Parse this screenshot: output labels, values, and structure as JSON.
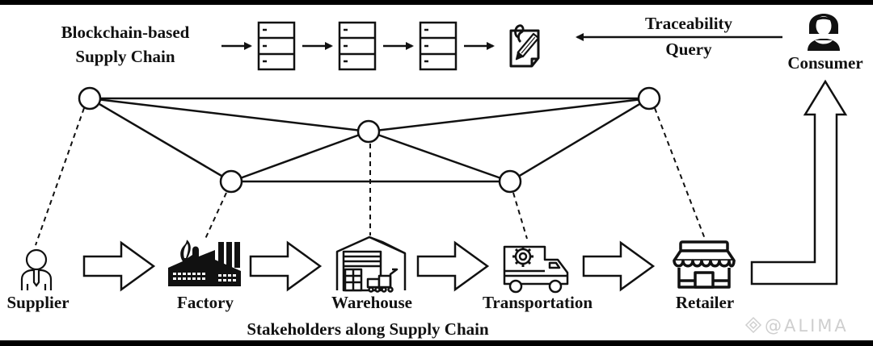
{
  "title": {
    "line1": "Blockchain-based",
    "line2": "Supply Chain"
  },
  "query": {
    "line1": "Traceability",
    "line2": "Query"
  },
  "consumer": {
    "label": "Consumer",
    "icon": "woman-user-icon"
  },
  "blockchain": {
    "blocks": [
      {
        "name": "block-1",
        "icon": "ledger-block-icon"
      },
      {
        "name": "block-2",
        "icon": "ledger-block-icon"
      },
      {
        "name": "block-3",
        "icon": "ledger-block-icon"
      }
    ],
    "record_icon": "clipboard-pencil-icon"
  },
  "network": {
    "nodes": [
      "node-top-left",
      "node-center",
      "node-top-right",
      "node-lower-left",
      "node-lower-right"
    ],
    "edges": [
      [
        "node-top-left",
        "node-top-right"
      ],
      [
        "node-top-left",
        "node-center"
      ],
      [
        "node-top-right",
        "node-center"
      ],
      [
        "node-top-left",
        "node-lower-left"
      ],
      [
        "node-top-right",
        "node-lower-right"
      ],
      [
        "node-center",
        "node-lower-left"
      ],
      [
        "node-center",
        "node-lower-right"
      ],
      [
        "node-lower-left",
        "node-lower-right"
      ]
    ]
  },
  "stakeholders": [
    {
      "label": "Supplier",
      "icon": "businessman-icon"
    },
    {
      "label": "Factory",
      "icon": "factory-icon"
    },
    {
      "label": "Warehouse",
      "icon": "warehouse-icon"
    },
    {
      "label": "Transportation",
      "icon": "truck-gear-icon"
    },
    {
      "label": "Retailer",
      "icon": "storefront-icon"
    }
  ],
  "footer": {
    "caption": "Stakeholders along Supply Chain"
  },
  "watermark": {
    "text": "@ALIMA"
  }
}
